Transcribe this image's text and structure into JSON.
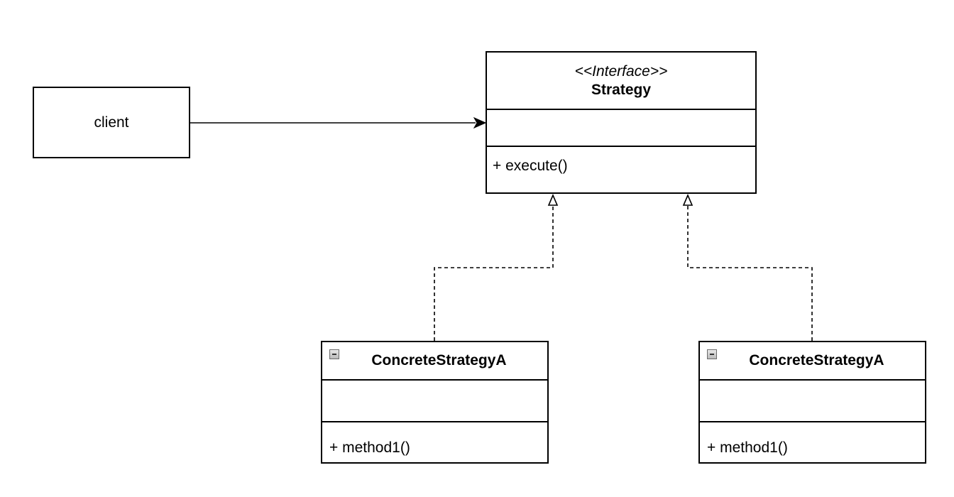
{
  "diagram": {
    "client": {
      "label": "client"
    },
    "interface": {
      "stereotype": "<<Interface>>",
      "name": "Strategy",
      "operation": "+ execute()"
    },
    "classes": [
      {
        "name": "ConcreteStrategyA",
        "operation": "+ method1()"
      },
      {
        "name": "ConcreteStrategyA",
        "operation": "+ method1()"
      }
    ],
    "edges": [
      {
        "from": "client",
        "to": "Strategy",
        "type": "association"
      },
      {
        "from": "ConcreteStrategyA",
        "to": "Strategy",
        "type": "realization"
      },
      {
        "from": "ConcreteStrategyA",
        "to": "Strategy",
        "type": "realization"
      }
    ]
  }
}
